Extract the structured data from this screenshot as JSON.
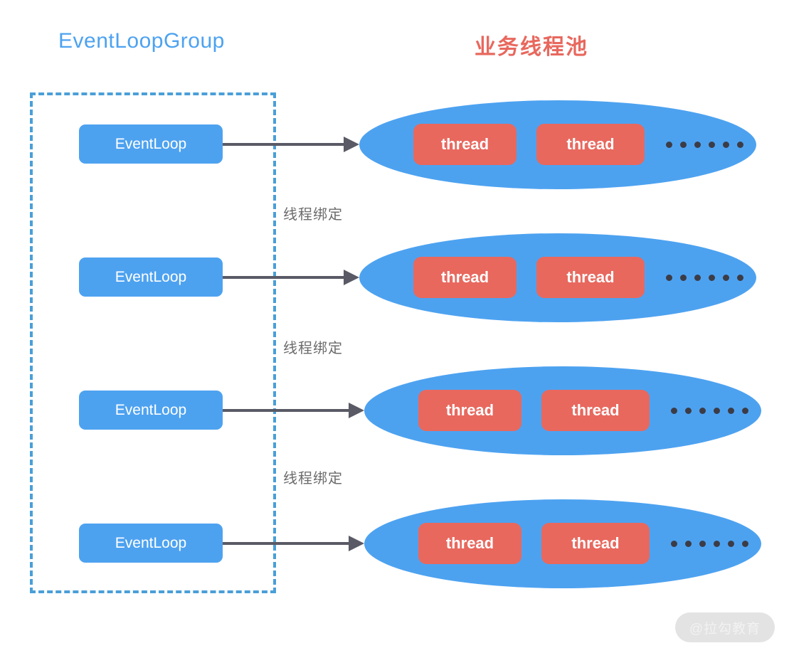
{
  "diagram": {
    "titles": {
      "left": "EventLoopGroup",
      "right": "业务线程池"
    },
    "colors": {
      "blue": "#4da2f0",
      "red": "#e8685e",
      "dashed_border": "#4a9fd8",
      "arrow": "#5a5a66",
      "label_text": "#6b6b6b",
      "dot": "#3c3c46",
      "background": "#ffffff",
      "watermark_bg": "#e3e3e3"
    },
    "rows": [
      {
        "eventloop_label": "EventLoop",
        "binding_label": "线程绑定",
        "threads": [
          "thread",
          "thread"
        ],
        "more_indicator": "……"
      },
      {
        "eventloop_label": "EventLoop",
        "binding_label": "线程绑定",
        "threads": [
          "thread",
          "thread"
        ],
        "more_indicator": "……"
      },
      {
        "eventloop_label": "EventLoop",
        "binding_label": "线程绑定",
        "threads": [
          "thread",
          "thread"
        ],
        "more_indicator": "……"
      },
      {
        "eventloop_label": "EventLoop",
        "binding_label": "",
        "threads": [
          "thread",
          "thread"
        ],
        "more_indicator": "……"
      }
    ],
    "watermark": "@拉勾教育"
  }
}
